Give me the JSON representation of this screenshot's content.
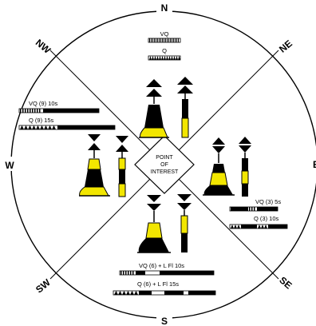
{
  "compass": {
    "n": "N",
    "ne": "NE",
    "e": "E",
    "se": "SE",
    "s": "S",
    "sw": "SW",
    "w": "W",
    "nw": "NW"
  },
  "center": {
    "line1": "POINT",
    "line2": "OF",
    "line3": "INTEREST"
  },
  "north": {
    "light_a": "VQ",
    "light_b": "Q"
  },
  "west": {
    "light_a": "VQ (9) 10s",
    "light_b": "Q (9) 15s"
  },
  "east": {
    "light_a": "VQ (3) 5s",
    "light_b": "Q (3) 10s"
  },
  "south": {
    "light_a": "VQ (6) + L Fl 10s",
    "light_b": "Q (6) + L Fl 15s"
  },
  "colors": {
    "buoy_yellow": "#f2e600",
    "ink": "#000000",
    "paper": "#ffffff"
  }
}
